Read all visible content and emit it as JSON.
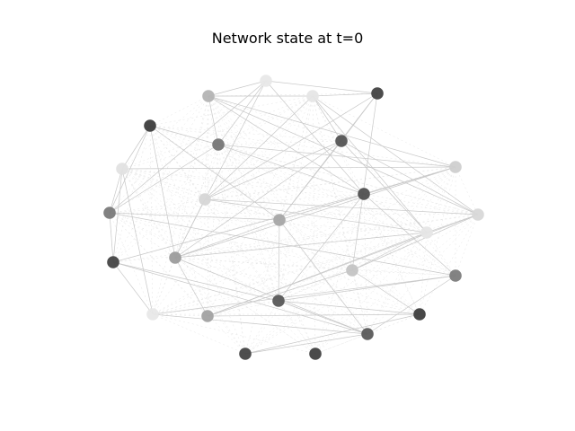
{
  "title": "Network state at t=0",
  "colors": {
    "background": "#ffffff",
    "edge_strong": "#c8c8c8",
    "edge_faint": "#e6e6e6"
  },
  "nodes": [
    {
      "id": 0,
      "shade": "#e8e8e8"
    },
    {
      "id": 1,
      "shade": "#b4b4b4"
    },
    {
      "id": 2,
      "shade": "#e6e6e6"
    },
    {
      "id": 3,
      "shade": "#424242"
    },
    {
      "id": 4,
      "shade": "#3c3c3c"
    },
    {
      "id": 5,
      "shade": "#767676"
    },
    {
      "id": 6,
      "shade": "#545454"
    },
    {
      "id": 7,
      "shade": "#e2e2e2"
    },
    {
      "id": 8,
      "shade": "#cfcfcf"
    },
    {
      "id": 9,
      "shade": "#d6d6d6"
    },
    {
      "id": 10,
      "shade": "#505050"
    },
    {
      "id": 11,
      "shade": "#7a7a7a"
    },
    {
      "id": 12,
      "shade": "#a6a6a6"
    },
    {
      "id": 13,
      "shade": "#d8d8d8"
    },
    {
      "id": 14,
      "shade": "#e6e6e6"
    },
    {
      "id": 15,
      "shade": "#454545"
    },
    {
      "id": 16,
      "shade": "#9c9c9c"
    },
    {
      "id": 17,
      "shade": "#c4c4c4"
    },
    {
      "id": 18,
      "shade": "#7c7c7c"
    },
    {
      "id": 19,
      "shade": "#585858"
    },
    {
      "id": 20,
      "shade": "#e8e8e8"
    },
    {
      "id": 21,
      "shade": "#a2a2a2"
    },
    {
      "id": 22,
      "shade": "#3e3e3e"
    },
    {
      "id": 23,
      "shade": "#5a5a5a"
    },
    {
      "id": 24,
      "shade": "#454545"
    }
  ],
  "edges": [
    [
      0,
      1
    ],
    [
      0,
      3
    ],
    [
      0,
      5
    ],
    [
      0,
      10
    ],
    [
      0,
      16
    ],
    [
      1,
      2
    ],
    [
      1,
      5
    ],
    [
      1,
      8
    ],
    [
      1,
      13
    ],
    [
      2,
      3
    ],
    [
      2,
      6
    ],
    [
      2,
      9
    ],
    [
      3,
      6
    ],
    [
      3,
      9
    ],
    [
      3,
      17
    ],
    [
      4,
      5
    ],
    [
      4,
      7
    ],
    [
      4,
      16
    ],
    [
      4,
      12
    ],
    [
      5,
      8
    ],
    [
      5,
      10
    ],
    [
      6,
      9
    ],
    [
      6,
      12
    ],
    [
      6,
      14
    ],
    [
      7,
      8
    ],
    [
      7,
      11
    ],
    [
      7,
      20
    ],
    [
      8,
      10
    ],
    [
      8,
      12
    ],
    [
      8,
      16
    ],
    [
      9,
      13
    ],
    [
      9,
      14
    ],
    [
      10,
      15
    ],
    [
      10,
      18
    ],
    [
      10,
      19
    ],
    [
      11,
      15
    ],
    [
      11,
      12
    ],
    [
      12,
      19
    ],
    [
      12,
      23
    ],
    [
      13,
      14
    ],
    [
      13,
      17
    ],
    [
      14,
      16
    ],
    [
      15,
      19
    ],
    [
      15,
      20
    ],
    [
      16,
      23
    ],
    [
      16,
      21
    ],
    [
      17,
      21
    ],
    [
      17,
      22
    ],
    [
      18,
      19
    ],
    [
      18,
      20
    ],
    [
      19,
      22
    ],
    [
      19,
      23
    ],
    [
      20,
      23
    ],
    [
      21,
      22
    ],
    [
      22,
      24
    ],
    [
      23,
      24
    ],
    [
      2,
      14
    ],
    [
      6,
      16
    ],
    [
      9,
      16
    ],
    [
      11,
      18
    ],
    [
      5,
      11
    ],
    [
      12,
      16
    ],
    [
      3,
      12
    ],
    [
      4,
      11
    ],
    [
      0,
      11
    ],
    [
      1,
      10
    ],
    [
      13,
      21
    ],
    [
      14,
      21
    ],
    [
      15,
      23
    ],
    [
      18,
      23
    ],
    [
      7,
      15
    ],
    [
      2,
      13
    ],
    [
      6,
      13
    ],
    [
      17,
      14
    ]
  ]
}
